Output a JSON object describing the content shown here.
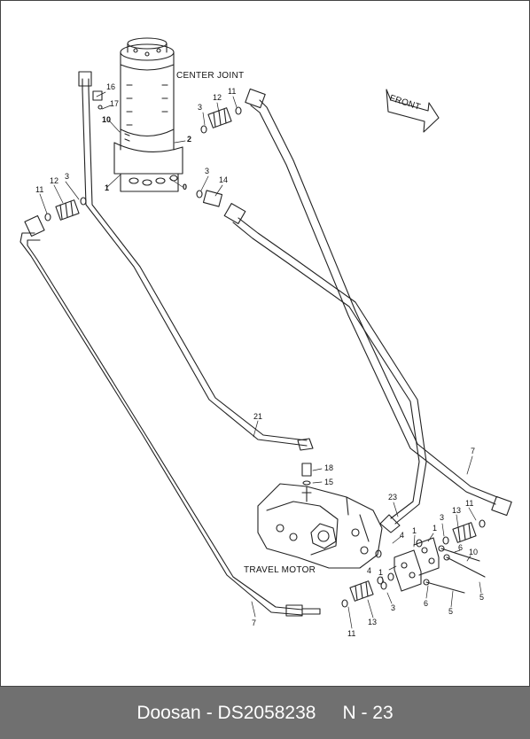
{
  "diagram": {
    "labels": {
      "center_joint": "CENTER JOINT",
      "travel_motor": "TRAVEL MOTOR",
      "front": "FRONT"
    },
    "callouts": {
      "c16": "16",
      "c17": "17",
      "c10a": "10",
      "c2": "2",
      "c1": "1",
      "c0": "0",
      "c3a": "3",
      "c12a": "12",
      "c11a": "11",
      "c3b": "3",
      "c12b": "12",
      "c11b": "11",
      "c3c": "3",
      "c14": "14",
      "c21": "21",
      "c18": "18",
      "c15": "15",
      "c23": "23",
      "c7a": "7",
      "c7b": "7",
      "c3d": "3",
      "c13a": "13",
      "c11c": "11",
      "c1a": "1",
      "c1b": "1",
      "c4a": "4",
      "c4b": "4",
      "c1c": "1",
      "c6a": "6",
      "c10b": "10",
      "c5a": "5",
      "c6b": "6",
      "c5b": "5",
      "c3e": "3",
      "c13b": "13",
      "c11d": "11"
    }
  },
  "footer": {
    "brand": "Doosan",
    "part_number": "- DS2058238",
    "page": "N - 23"
  }
}
